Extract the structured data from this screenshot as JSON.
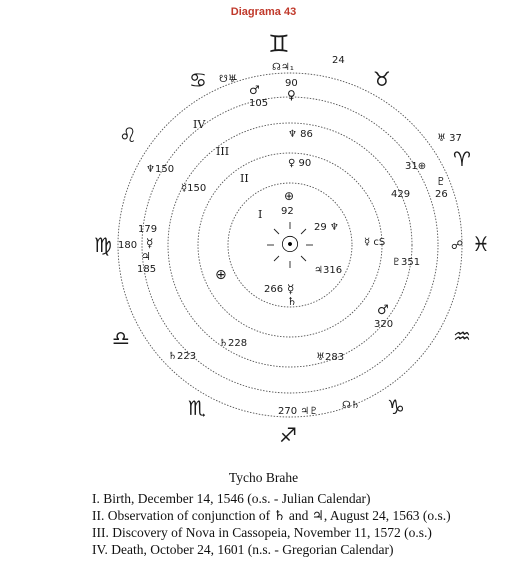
{
  "header": {
    "title": "Diagrama 43"
  },
  "caption": {
    "title": "Tycho Brahe",
    "lines": [
      "I.  Birth, December 14, 1546 (o.s. - Julian Calendar)",
      "II. Observation of conjunction of ♄ and ♃, August 24, 1563 (o.s.)",
      "III. Discovery of Nova in Cassopeia, November 11, 1572 (o.s.)",
      "IV. Death, October 24, 1601 (n.s. - Gregorian Calendar)"
    ]
  },
  "wheel": {
    "zodiac": {
      "gemini": "♊",
      "taurus": "♉",
      "aries": "♈",
      "pisces": "♓",
      "aquarius": "♒",
      "capricorn": "♑",
      "sagittarius": "♐",
      "scorpio": "♏",
      "libra": "♎",
      "virgo": "♍",
      "leo": "♌",
      "cancer": "♋"
    },
    "ring_labels": {
      "r1": "I",
      "r2": "II",
      "r3": "III",
      "r4": "IV"
    },
    "center_symbol": "☉",
    "placements": {
      "top_cluster": "☊♃₁",
      "top_90": "90",
      "top_venus_105": "♀",
      "top_105": "105",
      "top_mars": "♂",
      "cancer_cluster": "☋♅̶",
      "top_24": "24",
      "neptune_86": "♆ 86",
      "venus_90": "♀ 90",
      "earth_92": "⊕",
      "i_92": "92",
      "neptune_29": "29 ♆",
      "uranus_37": "♅ 37",
      "earth_31": "31⊕",
      "pluto_26": "♇",
      "n26": "26",
      "n429": "429",
      "mercury_cs": "☿ cS",
      "pluto_351": "♇351",
      "mars_320": "♂",
      "n320": "320",
      "opposition_pisces": "☍",
      "jupiter_316": "♃316",
      "n266": "266",
      "mercury_266": "☿",
      "saturn_266": "♄",
      "uranus_283": "♅283",
      "saturn_228": "♄228",
      "saturn_223": "♄223",
      "bottom_270": "270 ♃♇",
      "bottom_right": "☊♄",
      "earth_center": "⊕",
      "mercury_150": "☿150",
      "neptune_150": "♆150",
      "virgo_179": "179",
      "virgo_180": "180",
      "virgo_185": "185",
      "virgo_mercury": "☿",
      "virgo_jupiter": "♃"
    }
  }
}
